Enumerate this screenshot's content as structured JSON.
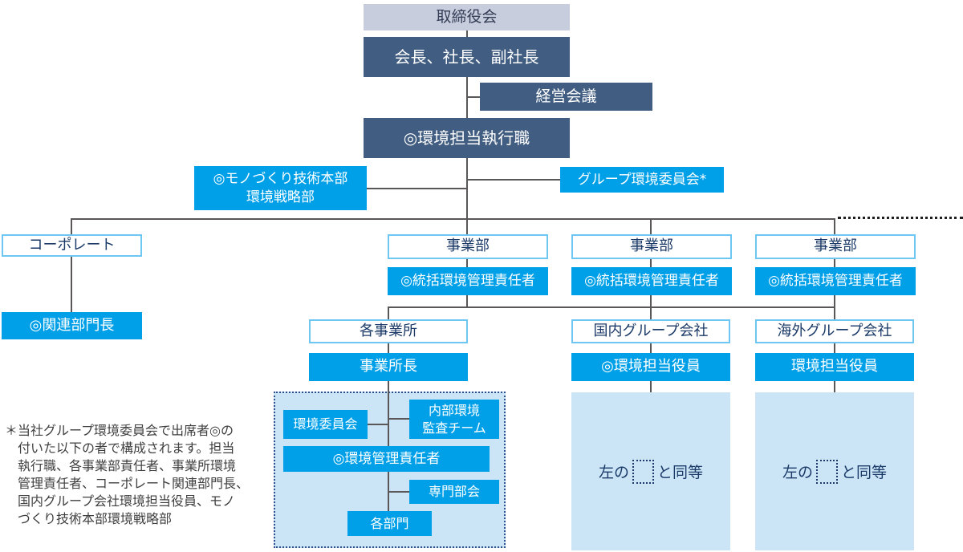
{
  "colors": {
    "cyan": "#00a0e9",
    "dark": "#415d82",
    "gray": "#c8cdde",
    "panel": "#cbe5f7",
    "navy": "#1b3a68",
    "ltborder": "#6ec7f2",
    "line": "#595757",
    "dotline": "#1f1f1f",
    "dotborder": "#2d4f8e"
  },
  "nodes": {
    "board": "取締役会",
    "executives": "会長、社長、副社長",
    "management_council": "経営会議",
    "env_executive": "◎環境担当執行職",
    "monozukuri_lines": [
      "◎モノづくり技術本部",
      "環境戦略部"
    ],
    "group_env_committee": "グループ環境委員会*",
    "corporate": "コーポレート",
    "related_dept_head": "◎関連部門長",
    "business_division": "事業部",
    "chief_env_manager": "◎統括環境管理責任者",
    "each_site": "各事業所",
    "domestic_group": "国内グループ会社",
    "overseas_group": "海外グループ会社",
    "site_head": "事業所長",
    "env_officer_domestic": "◎環境担当役員",
    "env_officer_overseas": "環境担当役員",
    "env_committee": "環境委員会",
    "internal_audit_lines": [
      "内部環境",
      "監査チーム"
    ],
    "env_manager": "◎環境管理責任者",
    "specialist_subcommittee": "専門部会",
    "each_department": "各部門"
  },
  "equivalence": {
    "prefix": "左の",
    "suffix": "と同等"
  },
  "footnote_lines": [
    "＊当社グループ環境委員会で出席者◎の",
    "　付いた以下の者で構成されます。担当",
    "　執行職、各事業部責任者、事業所環境",
    "　管理責任者、コーポレート関連部門長、",
    "　国内グループ会社環境担当役員、モノ",
    "　づくり技術本部環境戦略部"
  ]
}
